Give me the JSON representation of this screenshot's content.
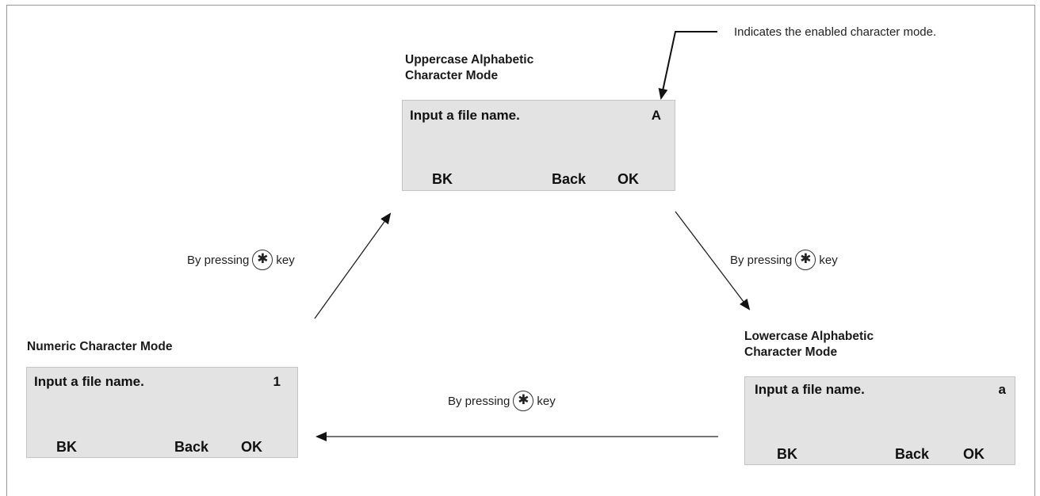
{
  "note": "Indicates the enabled character mode.",
  "modes": {
    "upper": {
      "title_line1": "Uppercase Alphabetic",
      "title_line2": "Character Mode",
      "message": "Input a file name.",
      "indicator": "A",
      "softkey_left": "BK",
      "softkey_mid": "Back",
      "softkey_right": "OK"
    },
    "numeric": {
      "title_line1": "Numeric Character Mode",
      "message": "Input a file name.",
      "indicator": "1",
      "softkey_left": "BK",
      "softkey_mid": "Back",
      "softkey_right": "OK"
    },
    "lower": {
      "title_line1": "Lowercase Alphabetic",
      "title_line2": "Character Mode",
      "message": "Input a file name.",
      "indicator": "a",
      "softkey_left": "BK",
      "softkey_mid": "Back",
      "softkey_right": "OK"
    }
  },
  "transitions": {
    "prefix": "By pressing",
    "key_symbol": "✱",
    "suffix": "key",
    "key_icon": "asterisk-key-icon"
  }
}
